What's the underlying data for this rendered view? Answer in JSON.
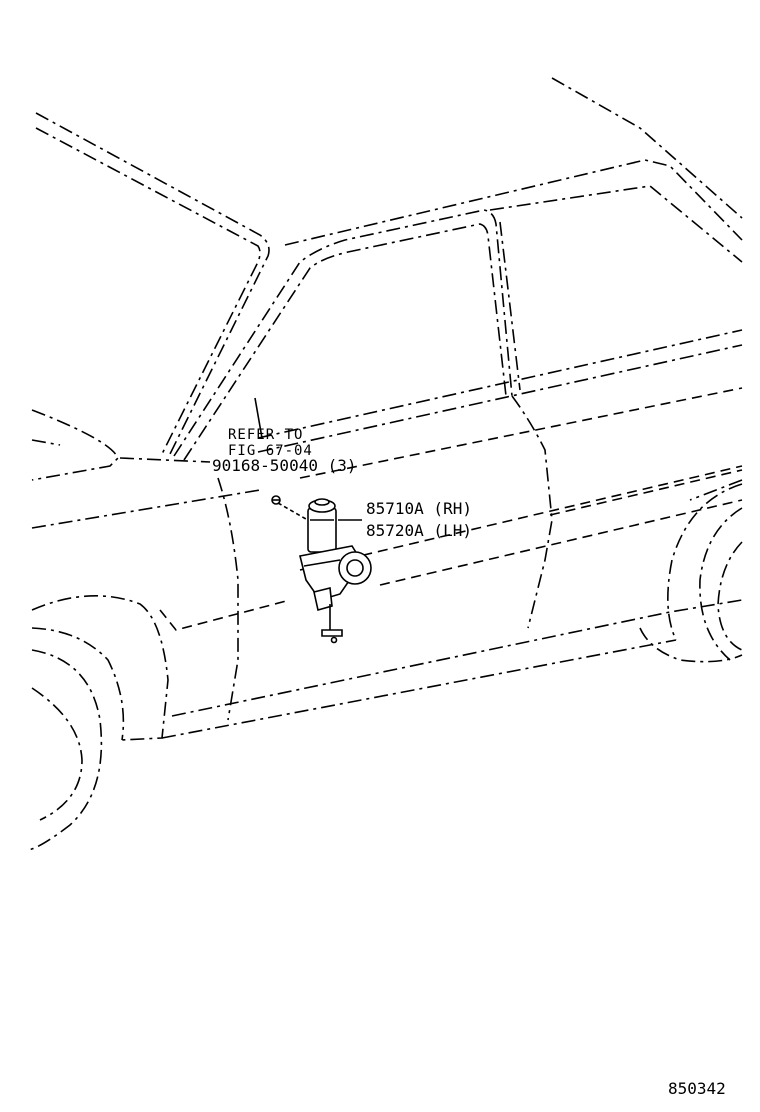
{
  "labels": {
    "refer_line1": "REFER TO",
    "refer_line2": "FIG 67-04",
    "screw_part": "90168-50040 (3)",
    "motor_rh": "85710A (RH)",
    "motor_lh": "85720A (LH)",
    "figure_number": "850342"
  }
}
